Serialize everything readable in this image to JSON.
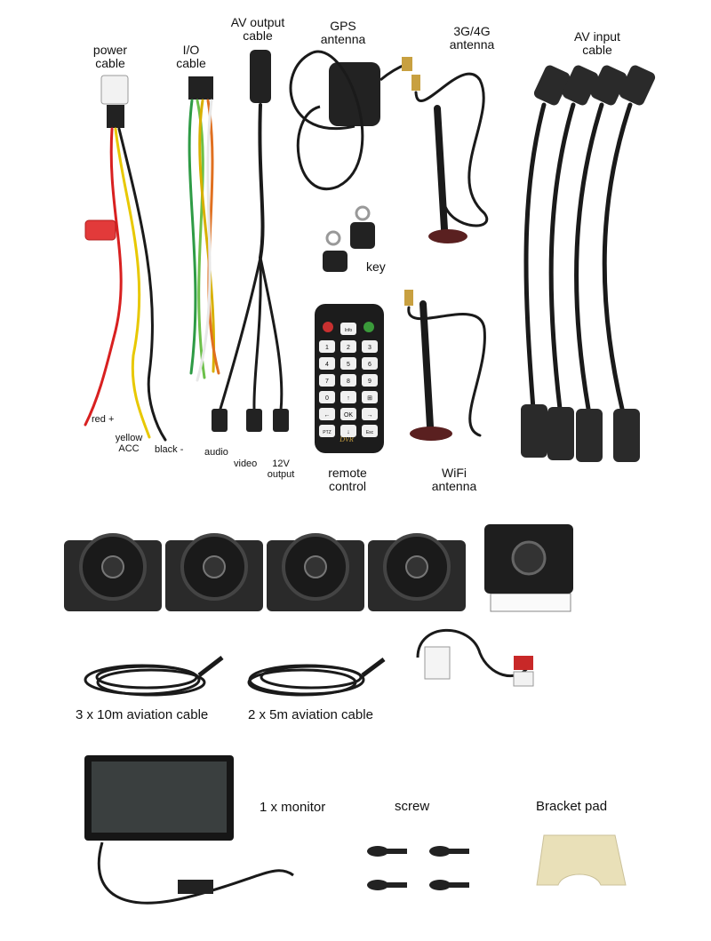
{
  "labels": {
    "power_cable": [
      "power",
      "cable"
    ],
    "io_cable": [
      "I/O",
      "cable"
    ],
    "av_output_cable": [
      "AV output",
      "cable"
    ],
    "gps_antenna": [
      "GPS",
      "antenna"
    ],
    "antenna_3g4g": [
      "3G/4G",
      "antenna"
    ],
    "av_input_cable": [
      "AV input",
      "cable"
    ],
    "key": "key",
    "red": "red +",
    "yellow": [
      "yellow",
      "ACC"
    ],
    "black": "black -",
    "audio": "audio",
    "video": "video",
    "out12v": [
      "12V",
      "output"
    ],
    "remote_control": [
      "remote",
      "control"
    ],
    "wifi_antenna": [
      "WiFi",
      "antenna"
    ],
    "cable_10m": "3 x 10m aviation cable",
    "cable_5m": "2 x 5m aviation cable",
    "monitor": "1 x monitor",
    "screw": "screw",
    "bracket_pad": "Bracket pad",
    "remote_brand": "DVR"
  },
  "remote_keys": [
    "Info",
    "1",
    "2",
    "3",
    "4",
    "5",
    "6",
    "7",
    "8",
    "9",
    "0",
    "↑",
    "⊞",
    "←",
    "OK",
    "→",
    "PTZ",
    "↓",
    "Esc"
  ]
}
